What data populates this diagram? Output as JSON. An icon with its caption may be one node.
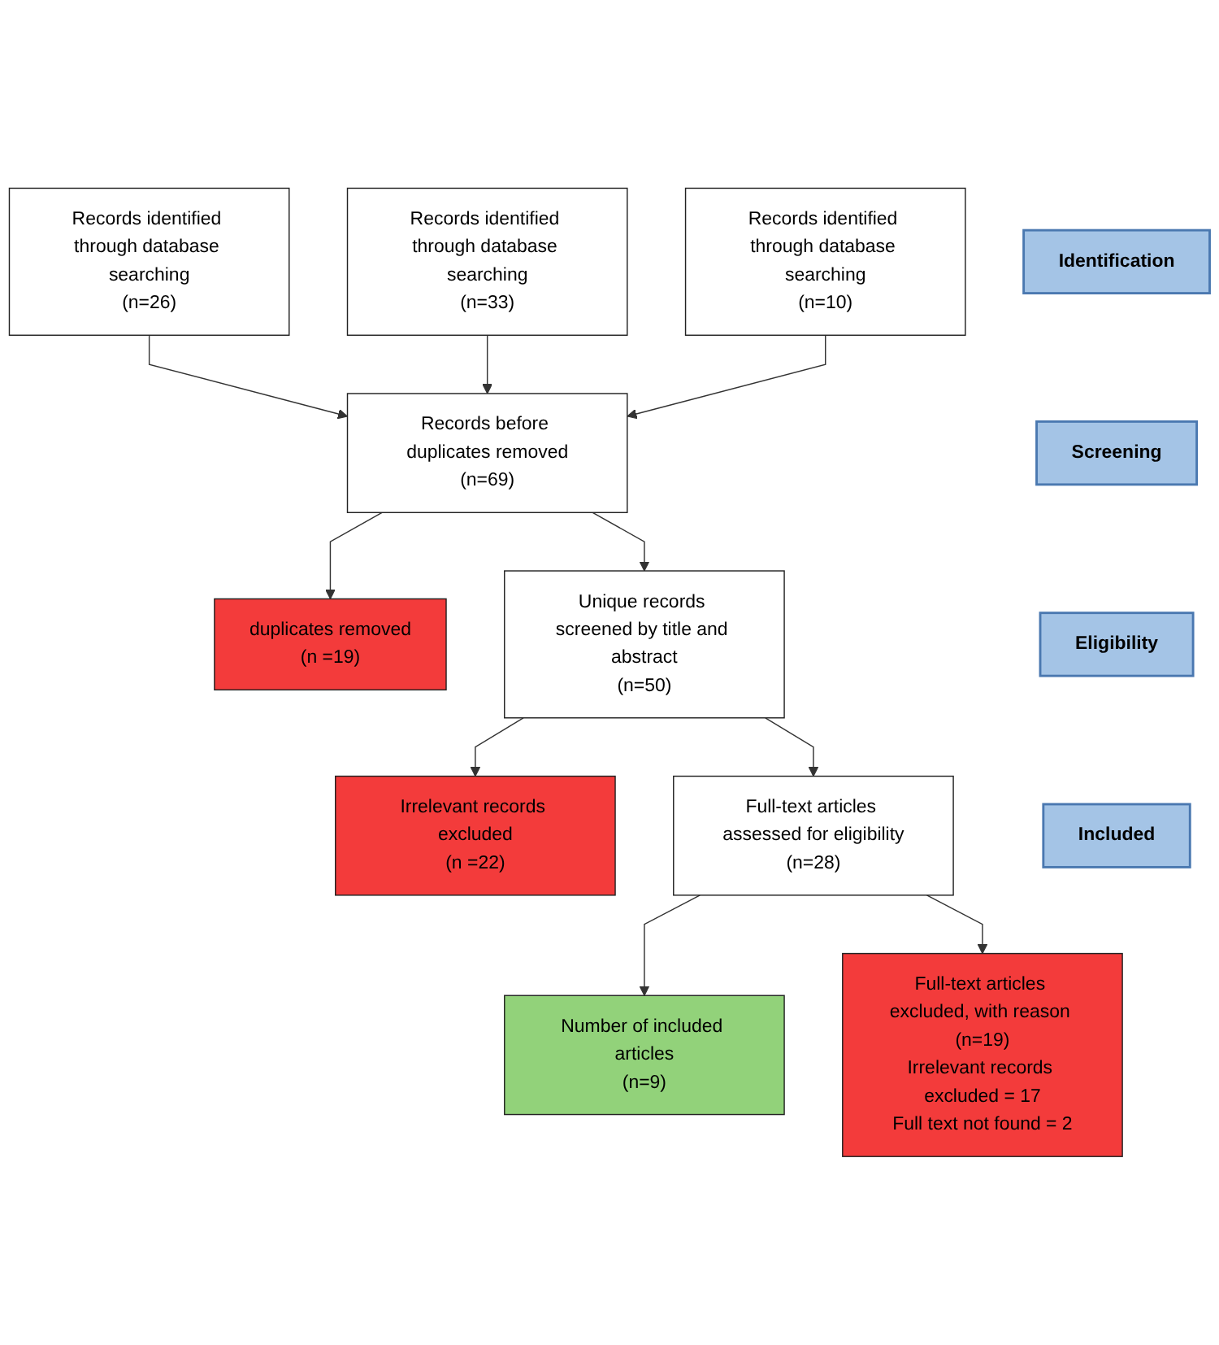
{
  "diagram": {
    "nodes": [
      {
        "text": [
          "Identification"
        ]
      },
      {
        "text": [
          "Records identified through database searching",
          "(n=26)"
        ]
      },
      {
        "text": [
          "Records identified through database searching",
          "(n=33)"
        ]
      },
      {
        "text": [
          "Records identified through database searching",
          "(n=10)"
        ]
      },
      {
        "text": [
          "Screening"
        ]
      },
      {
        "text": [
          "Records before duplicates removed",
          "(n=69)"
        ]
      },
      {
        "text": [
          "duplicates removed",
          "(n =19)"
        ]
      },
      {
        "text": [
          "Unique records screened by title and abstract",
          "(n=50)"
        ]
      },
      {
        "text": [
          "Irrelevant records excluded",
          "(n =22)"
        ]
      },
      {
        "text": [
          "Eligibility"
        ]
      },
      {
        "text": [
          "Full-text articles assessed for eligibility",
          "(n=28)"
        ]
      },
      {
        "text": [
          "Full-text articles excluded, with reason (n=19)",
          "Irrelevant records excluded = 17",
          "Full text not found = 2"
        ]
      },
      {
        "text": [
          "Included"
        ]
      },
      {
        "text": [
          "Number of included articles",
          "(n=9)"
        ]
      }
    ],
    "edges": [
      {
        "from": 1,
        "to": 5,
        "arrow": "to"
      },
      {
        "from": 2,
        "to": 5,
        "arrow": "to"
      },
      {
        "from": 3,
        "to": 5,
        "arrow": "to"
      },
      {
        "from": 5,
        "to": 7,
        "arrow": "to"
      },
      {
        "from": 5,
        "to": 6,
        "arrow": "to"
      },
      {
        "from": 7,
        "to": 10,
        "arrow": "to"
      },
      {
        "from": 7,
        "to": 8,
        "arrow": "to"
      },
      {
        "from": 10,
        "to": 13,
        "arrow": "to"
      },
      {
        "from": 10,
        "to": 11,
        "arrow": "to"
      }
    ]
  }
}
